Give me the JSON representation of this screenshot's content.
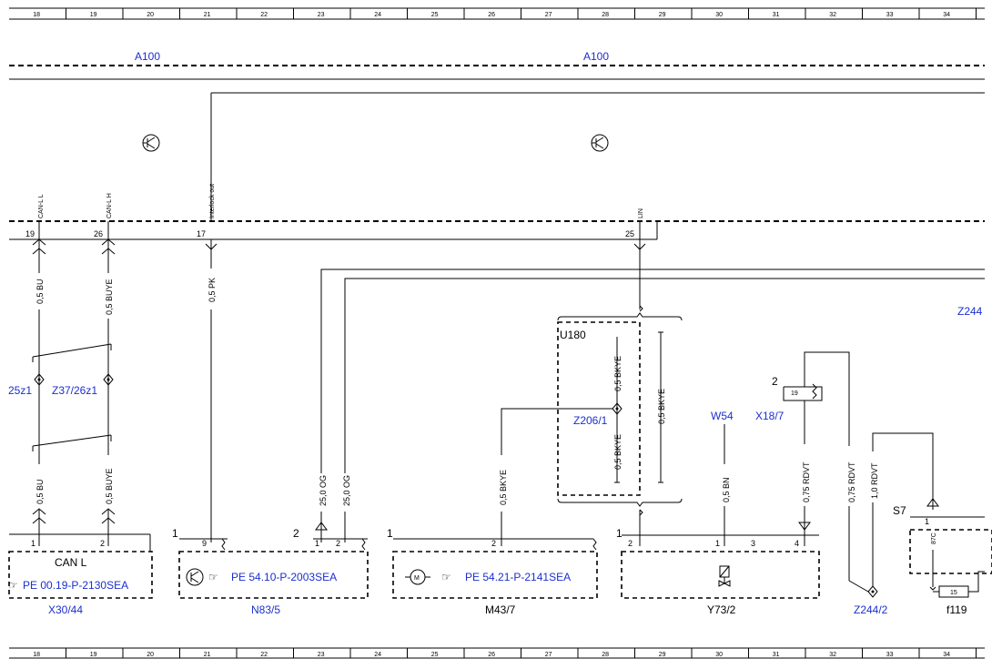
{
  "grid": {
    "columns": [
      "18",
      "19",
      "20",
      "21",
      "22",
      "23",
      "24",
      "25",
      "26",
      "27",
      "28",
      "29",
      "30",
      "31",
      "32",
      "33",
      "34"
    ]
  },
  "bus": {
    "top_left": "A100",
    "top_right": "A100",
    "side": "Z244"
  },
  "pins": {
    "can_l_signal": "CAN-L L",
    "can_h_signal": "CAN-L H",
    "interlock_signal": "Interlock out",
    "lin_signal": "LIN",
    "p19": "19",
    "p26": "26",
    "p17": "17",
    "p25": "25"
  },
  "wires": {
    "bu1": "0,5 BU",
    "buye1": "0,5 BUYE",
    "pk": "0,5 PK",
    "bu2": "0,5 BU",
    "buye2": "0,5 BUYE",
    "og1": "25,0 OG",
    "og2": "25,0 OG",
    "bkye_m": "0,5 BKYE",
    "bkye_a": "0,5 BKYE",
    "bkye_b": "0,5 BKYE",
    "bkye_c": "0,5 BKYE",
    "bn": "0,5 BN",
    "rdvt1": "0,75 RDVT",
    "rdvt2": "0,75 RDVT",
    "rdvt3": "1,0 RDVT"
  },
  "splices": {
    "z25": "25z1",
    "z37": "Z37/26z1",
    "z206": "Z206/1",
    "z244_2": "Z244/2"
  },
  "u180": {
    "label": "U180"
  },
  "x18": {
    "label": "X18/7",
    "pin2": "2",
    "pin19": "19"
  },
  "w54": {
    "label": "W54"
  },
  "s7": {
    "label": "S7",
    "pin1": "1",
    "relay": "87C"
  },
  "f119": {
    "label": "f119",
    "fuse": "15"
  },
  "components": {
    "x30": {
      "title": "CAN L",
      "ref": "PE 00.19-P-2130SEA",
      "label": "X30/44",
      "pin1": "1",
      "pin2": "2"
    },
    "n83": {
      "ref": "PE 54.10-P-2003SEA",
      "label": "N83/5",
      "pin9": "9",
      "corner": "1"
    },
    "n83b": {
      "pin1": "1",
      "pin2": "2",
      "corner": "2"
    },
    "m43": {
      "ref": "PE 54.21-P-2141SEA",
      "label": "M43/7",
      "pin2": "2",
      "corner": "1"
    },
    "y73": {
      "label": "Y73/2",
      "pin2": "2",
      "pin1": "1",
      "pin3": "3",
      "pin4": "4",
      "corner": "1"
    }
  }
}
